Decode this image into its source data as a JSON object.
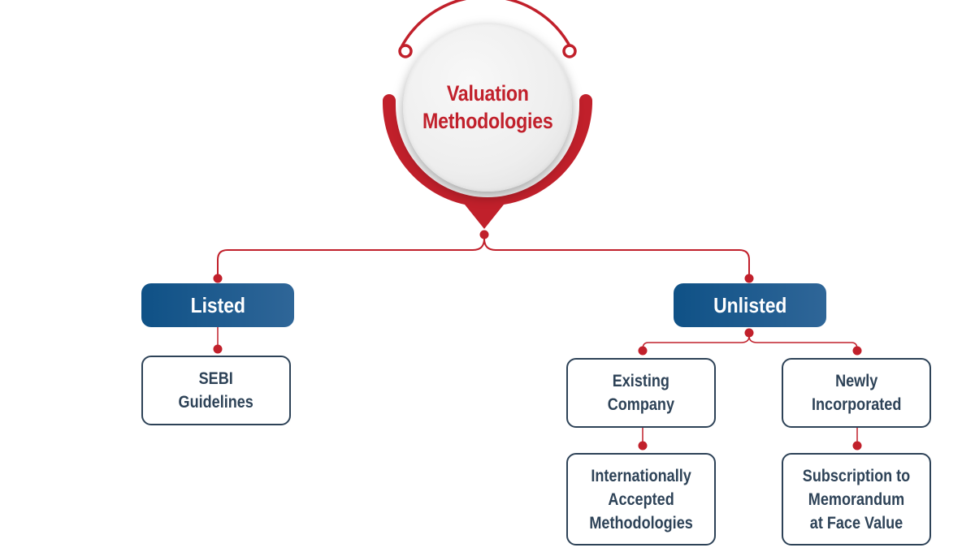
{
  "diagram": {
    "root": {
      "label": "Valuation\nMethodologies"
    },
    "colors": {
      "accent_red": "#c1202b",
      "category_blue": "#1a5a8e",
      "leaf_text": "#2d4257"
    },
    "categories": [
      {
        "label": "Listed",
        "children": [
          {
            "label": "SEBI\nGuidelines"
          }
        ]
      },
      {
        "label": "Unlisted",
        "children": [
          {
            "label": "Existing\nCompany",
            "children": [
              {
                "label": "Internationally\nAccepted\nMethodologies"
              }
            ]
          },
          {
            "label": "Newly\nIncorporated",
            "children": [
              {
                "label": "Subscription to\nMemorandum\nat Face Value"
              }
            ]
          }
        ]
      }
    ]
  }
}
